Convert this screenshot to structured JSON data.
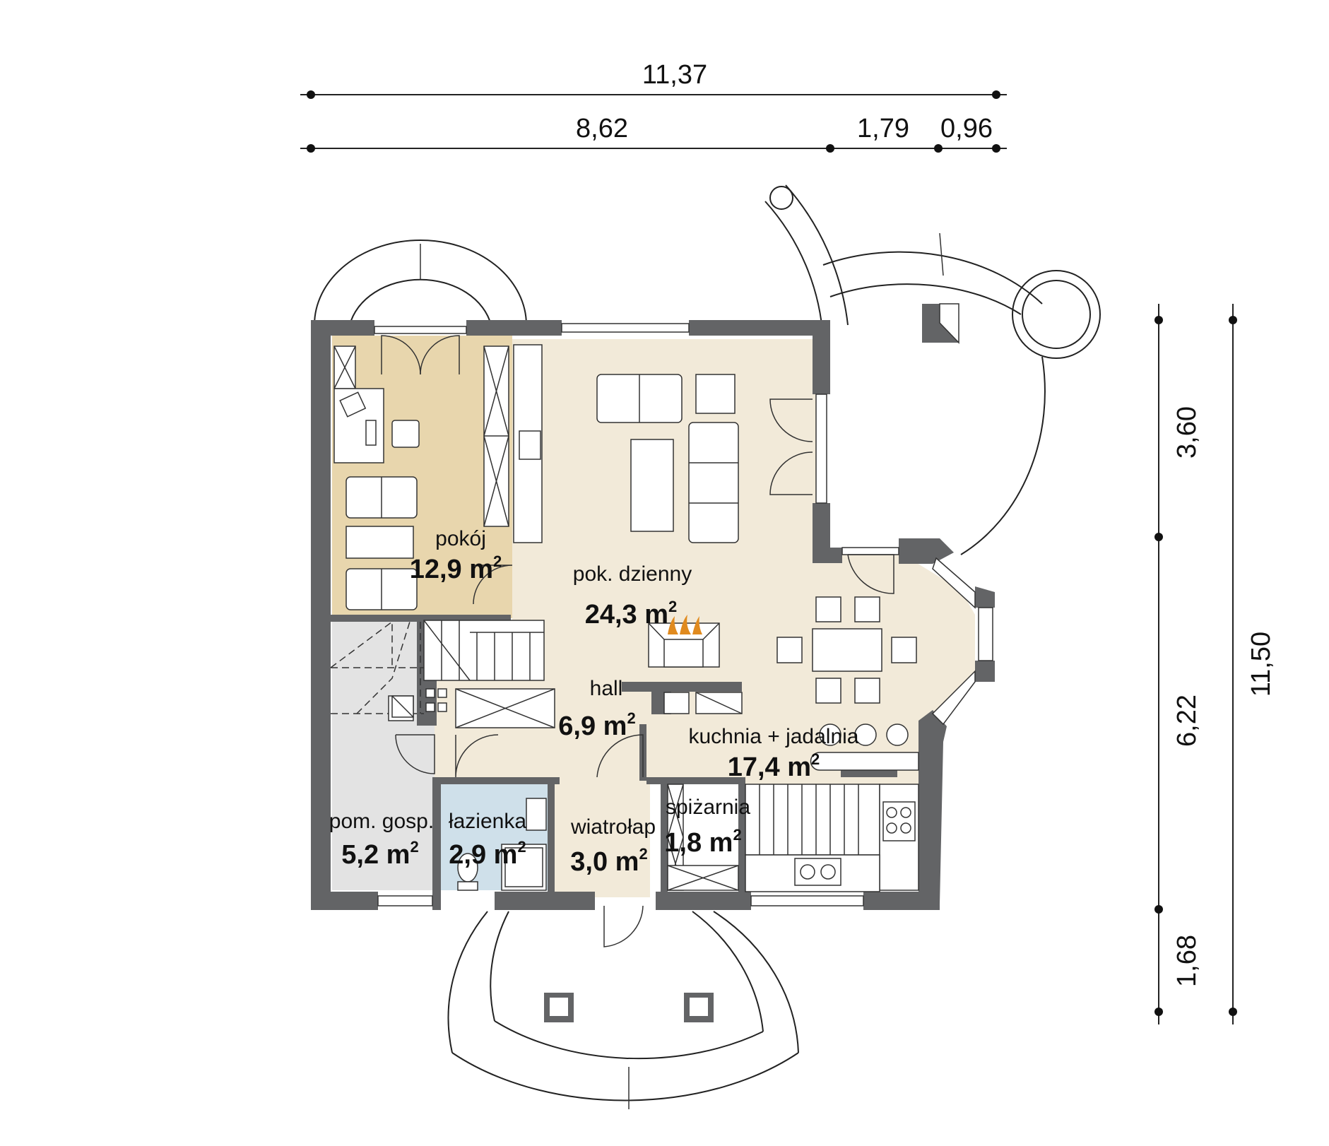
{
  "dimensions": {
    "top_total": "11,37",
    "top_left": "8,62",
    "top_mid": "1,79",
    "top_right": "0,96",
    "right_upper": "3,60",
    "right_mid": "6,22",
    "right_lower": "1,68",
    "right_total": "11,50"
  },
  "rooms": [
    {
      "name": "pokój",
      "area": "12,9 m",
      "sup": "2"
    },
    {
      "name": "pok. dzienny",
      "area": "24,3 m",
      "sup": "2"
    },
    {
      "name": "hall",
      "area": "6,9 m",
      "sup": "2"
    },
    {
      "name": "kuchnia + jadalnia",
      "area": "17,4 m",
      "sup": "2"
    },
    {
      "name": "pom. gosp.",
      "area": "5,2 m",
      "sup": "2"
    },
    {
      "name": "łazienka",
      "area": "2,9 m",
      "sup": "2"
    },
    {
      "name": "wiatrołap",
      "area": "3,0 m",
      "sup": "2"
    },
    {
      "name": "spiżarnia",
      "area": "1,8 m",
      "sup": "2"
    }
  ],
  "colors": {
    "wall": "#636466",
    "floor_main": "#f2ead9",
    "floor_room": "#e8d6ad",
    "floor_utility": "#e3e3e3",
    "floor_bath": "#cfe0ea"
  }
}
